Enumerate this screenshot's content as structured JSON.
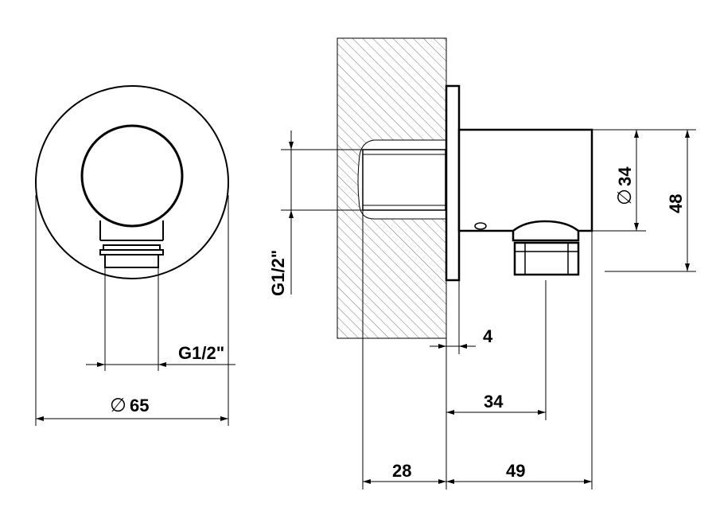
{
  "dimensions": {
    "front_diameter": "65",
    "front_thread": "G1/2\"",
    "side_thread": "G1/2\"",
    "body_diameter": "34",
    "height": "48",
    "flange_thickness": "4",
    "outlet_offset": "34",
    "wall_depth": "28",
    "projection": "49"
  },
  "symbols": {
    "diameter": "∅"
  },
  "colors": {
    "line": "#000000",
    "hatch": "#555555",
    "background": "#ffffff"
  }
}
